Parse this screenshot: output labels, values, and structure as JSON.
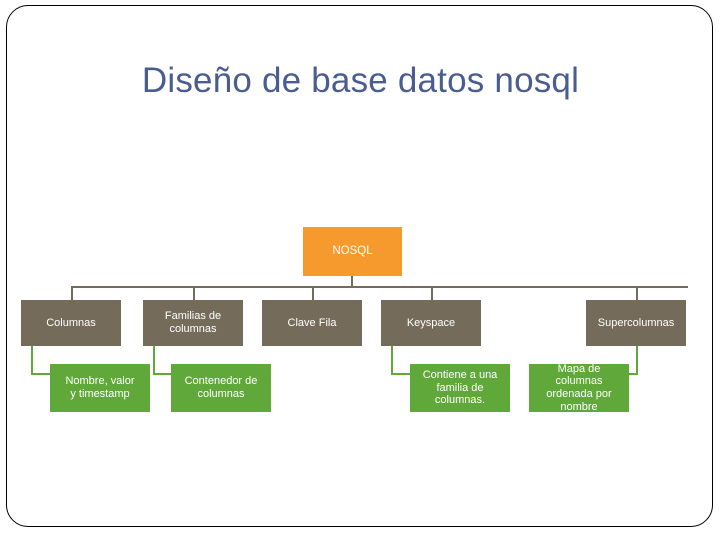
{
  "slide": {
    "title": "Diseño de base datos nosql",
    "title_color": "#4A5D91",
    "border_color": "#000000",
    "background": "#ffffff"
  },
  "palette": {
    "root_fill": "#F79A2E",
    "level2_fill": "#756B5B",
    "level3_fill": "#60A839",
    "node_text": "#FFFFFF",
    "connector_level2": "#756B5B",
    "connector_level3": "#60A839"
  },
  "diagram": {
    "type": "hierarchy",
    "root": {
      "id": "nosql",
      "label": "NOSQL"
    },
    "level2": [
      {
        "id": "columnas",
        "label": "Columnas"
      },
      {
        "id": "familias-de-columnas",
        "label": "Familias de\ncolumnas"
      },
      {
        "id": "clave-fila",
        "label": "Clave Fila"
      },
      {
        "id": "keyspace",
        "label": "Keyspace"
      },
      {
        "id": "supercolumnas",
        "label": "Supercolumnas"
      }
    ],
    "level3": [
      {
        "id": "nombre-valor-timestamp",
        "parent": "columnas",
        "label": "Nombre, valor\ny timestamp"
      },
      {
        "id": "contenedor-de-columnas",
        "parent": "familias-de-columnas",
        "label": "Contenedor de\ncolumnas"
      },
      {
        "id": "contiene-familia-columnas",
        "parent": "keyspace",
        "label": "Contiene a una\nfamilia de\ncolumnas."
      },
      {
        "id": "mapa-de-columnas",
        "parent": "supercolumnas",
        "label": "Mapa de\ncolumnas\nordenada por\nnombre"
      }
    ]
  }
}
